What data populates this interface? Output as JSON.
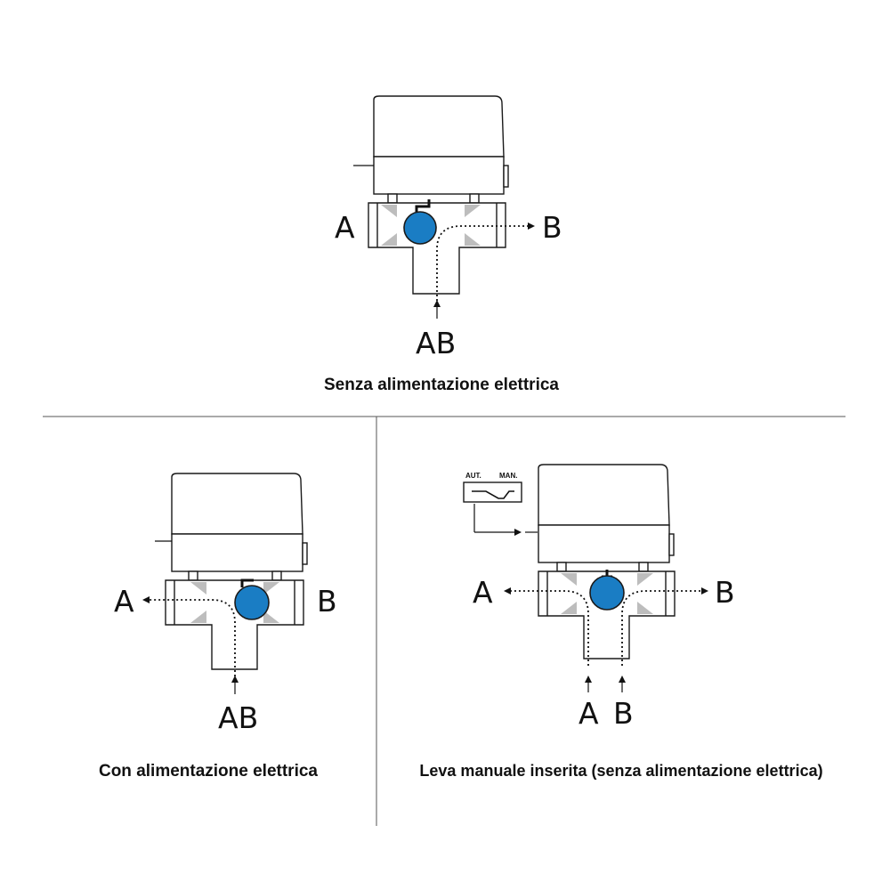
{
  "diagrams": [
    {
      "id": "top",
      "caption": "Senza alimentazione elettrica",
      "labels": {
        "a": "A",
        "b": "B",
        "ab": "AB"
      }
    },
    {
      "id": "bottom-left",
      "caption": "Con alimentazione elettrica",
      "labels": {
        "a": "A",
        "b": "B",
        "ab": "AB"
      }
    },
    {
      "id": "bottom-right",
      "caption": "Leva manuale inserita (senza alimentazione elettrica)",
      "labels": {
        "a": "A",
        "b": "B",
        "a_bottom": "A",
        "b_bottom": "B"
      },
      "lever_labels": {
        "aut": "AUT.",
        "man": "MAN."
      }
    }
  ],
  "colors": {
    "ball": "#1a7dc4",
    "seat": "#bdbdbd",
    "line": "#1a1a1a"
  }
}
